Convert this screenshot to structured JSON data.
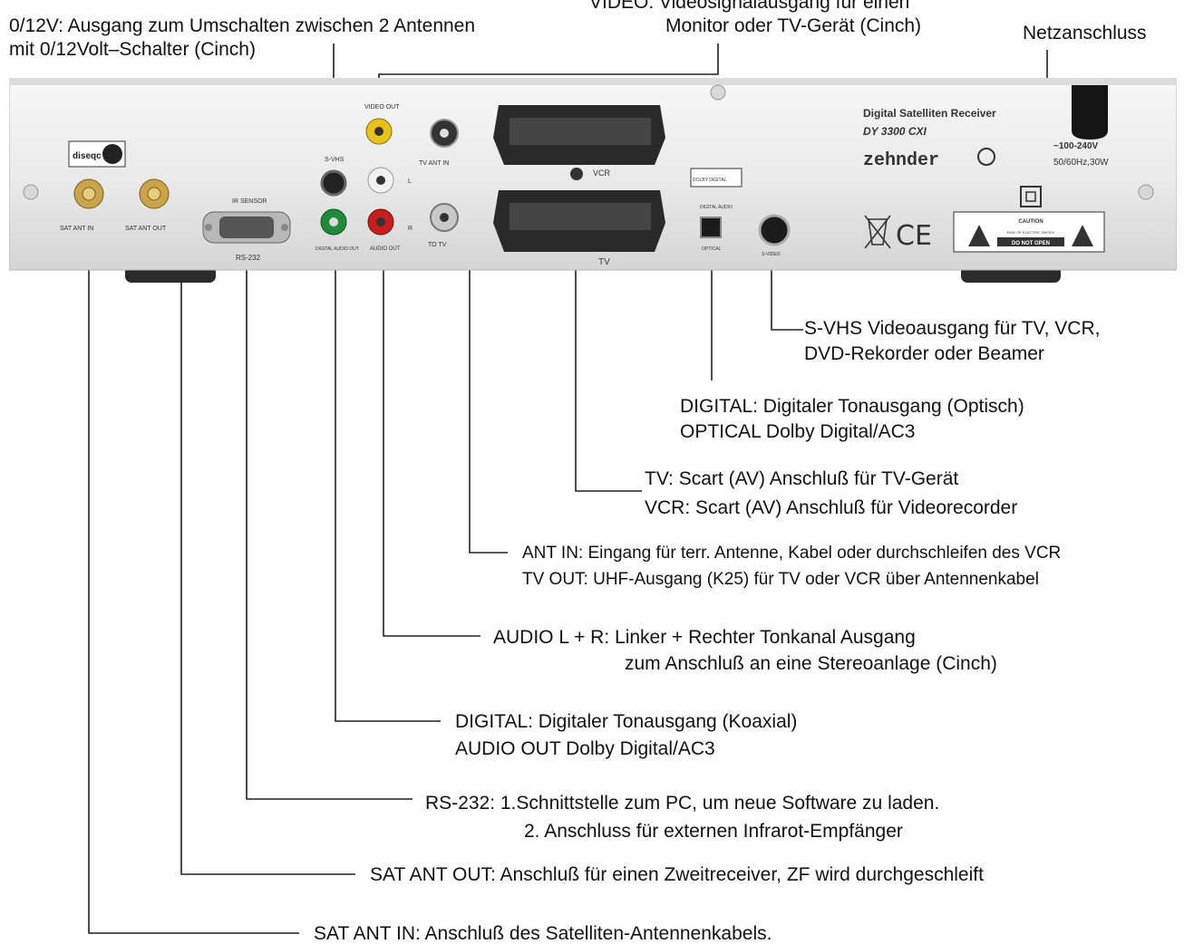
{
  "annotations": {
    "switch_12v": {
      "line1": "0/12V: Ausgang zum Umschalten zwischen 2 Antennen",
      "line2": "mit 0/12Volt–Schalter (Cinch)"
    },
    "video": {
      "line1": "VIDEO: Videosignalausgang für einen",
      "line2": "Monitor oder TV-Gerät (Cinch)"
    },
    "power": "Netzanschluss",
    "svhs": {
      "line1": "S-VHS Videoausgang für TV, VCR,",
      "line2": "DVD-Rekorder oder Beamer"
    },
    "optical": {
      "line1": "DIGITAL:  Digitaler Tonausgang (Optisch)",
      "line2": "OPTICAL  Dolby Digital/AC3"
    },
    "scart": {
      "line1": "TV: Scart (AV) Anschluß für TV-Gerät",
      "line2": "VCR: Scart (AV) Anschluß für Videorecorder"
    },
    "ant": {
      "line1": "ANT IN: Eingang für terr. Antenne, Kabel oder durchschleifen des VCR",
      "line2": "TV OUT: UHF-Ausgang (K25) für TV oder VCR über Antennenkabel"
    },
    "audio": {
      "line1": "AUDIO L + R: Linker + Rechter Tonkanal Ausgang",
      "line2": "zum Anschluß an eine Stereoanlage (Cinch)"
    },
    "coax": {
      "line1": "DIGITAL:   Digitaler Tonausgang (Koaxial)",
      "line2": "AUDIO OUT    Dolby Digital/AC3"
    },
    "rs232": {
      "line1": "RS-232: 1.Schnittstelle zum PC, um neue Software zu laden.",
      "line2": "2. Anschluss für externen Infrarot-Empfänger"
    },
    "sat_out": "SAT ANT OUT: Anschluß für einen Zweitreceiver, ZF wird durchgeschleift",
    "sat_in": "SAT ANT IN:    Anschluß des Satelliten-Antennenkabels."
  },
  "device": {
    "title": "Digital Satelliten Receiver",
    "model": "DY 3300 CXI",
    "brand": "zehnder",
    "power_rating": "~100-240V",
    "power_freq": "50/60Hz,30W",
    "logo": "diseqc",
    "labels": {
      "sat_in": "SAT ANT IN",
      "sat_out": "SAT ANT OUT",
      "ir_sensor": "IR SENSOR",
      "rs232": "RS-232",
      "video_out": "VIDEO OUT",
      "svhs_top": "S-VHS",
      "digital_audio_out": "DIGITAL AUDIO OUT",
      "audio_out": "AUDIO OUT",
      "l": "L",
      "r": "R",
      "tv_ant_in": "TV ANT IN",
      "to_tv": "TO TV",
      "vcr": "VCR",
      "tv": "TV",
      "dolby": "DOLBY DIGITAL",
      "digital_audio": "DIGITAL AUDIO",
      "optical": "OPTICAL",
      "svideo": "S-VIDEO",
      "caution": "CAUTION",
      "risk": "RISK OF ELECTRIC SHOCK",
      "do_not_open": "DO NOT OPEN"
    }
  },
  "colors": {
    "panel": "#ececec",
    "panel_dark": "#c9c9c9",
    "rca_yellow": "#e8c21a",
    "rca_white": "#f2f2f2",
    "rca_red": "#c81e1e",
    "rca_green": "#1e8a3a",
    "gold": "#c9a44a"
  }
}
